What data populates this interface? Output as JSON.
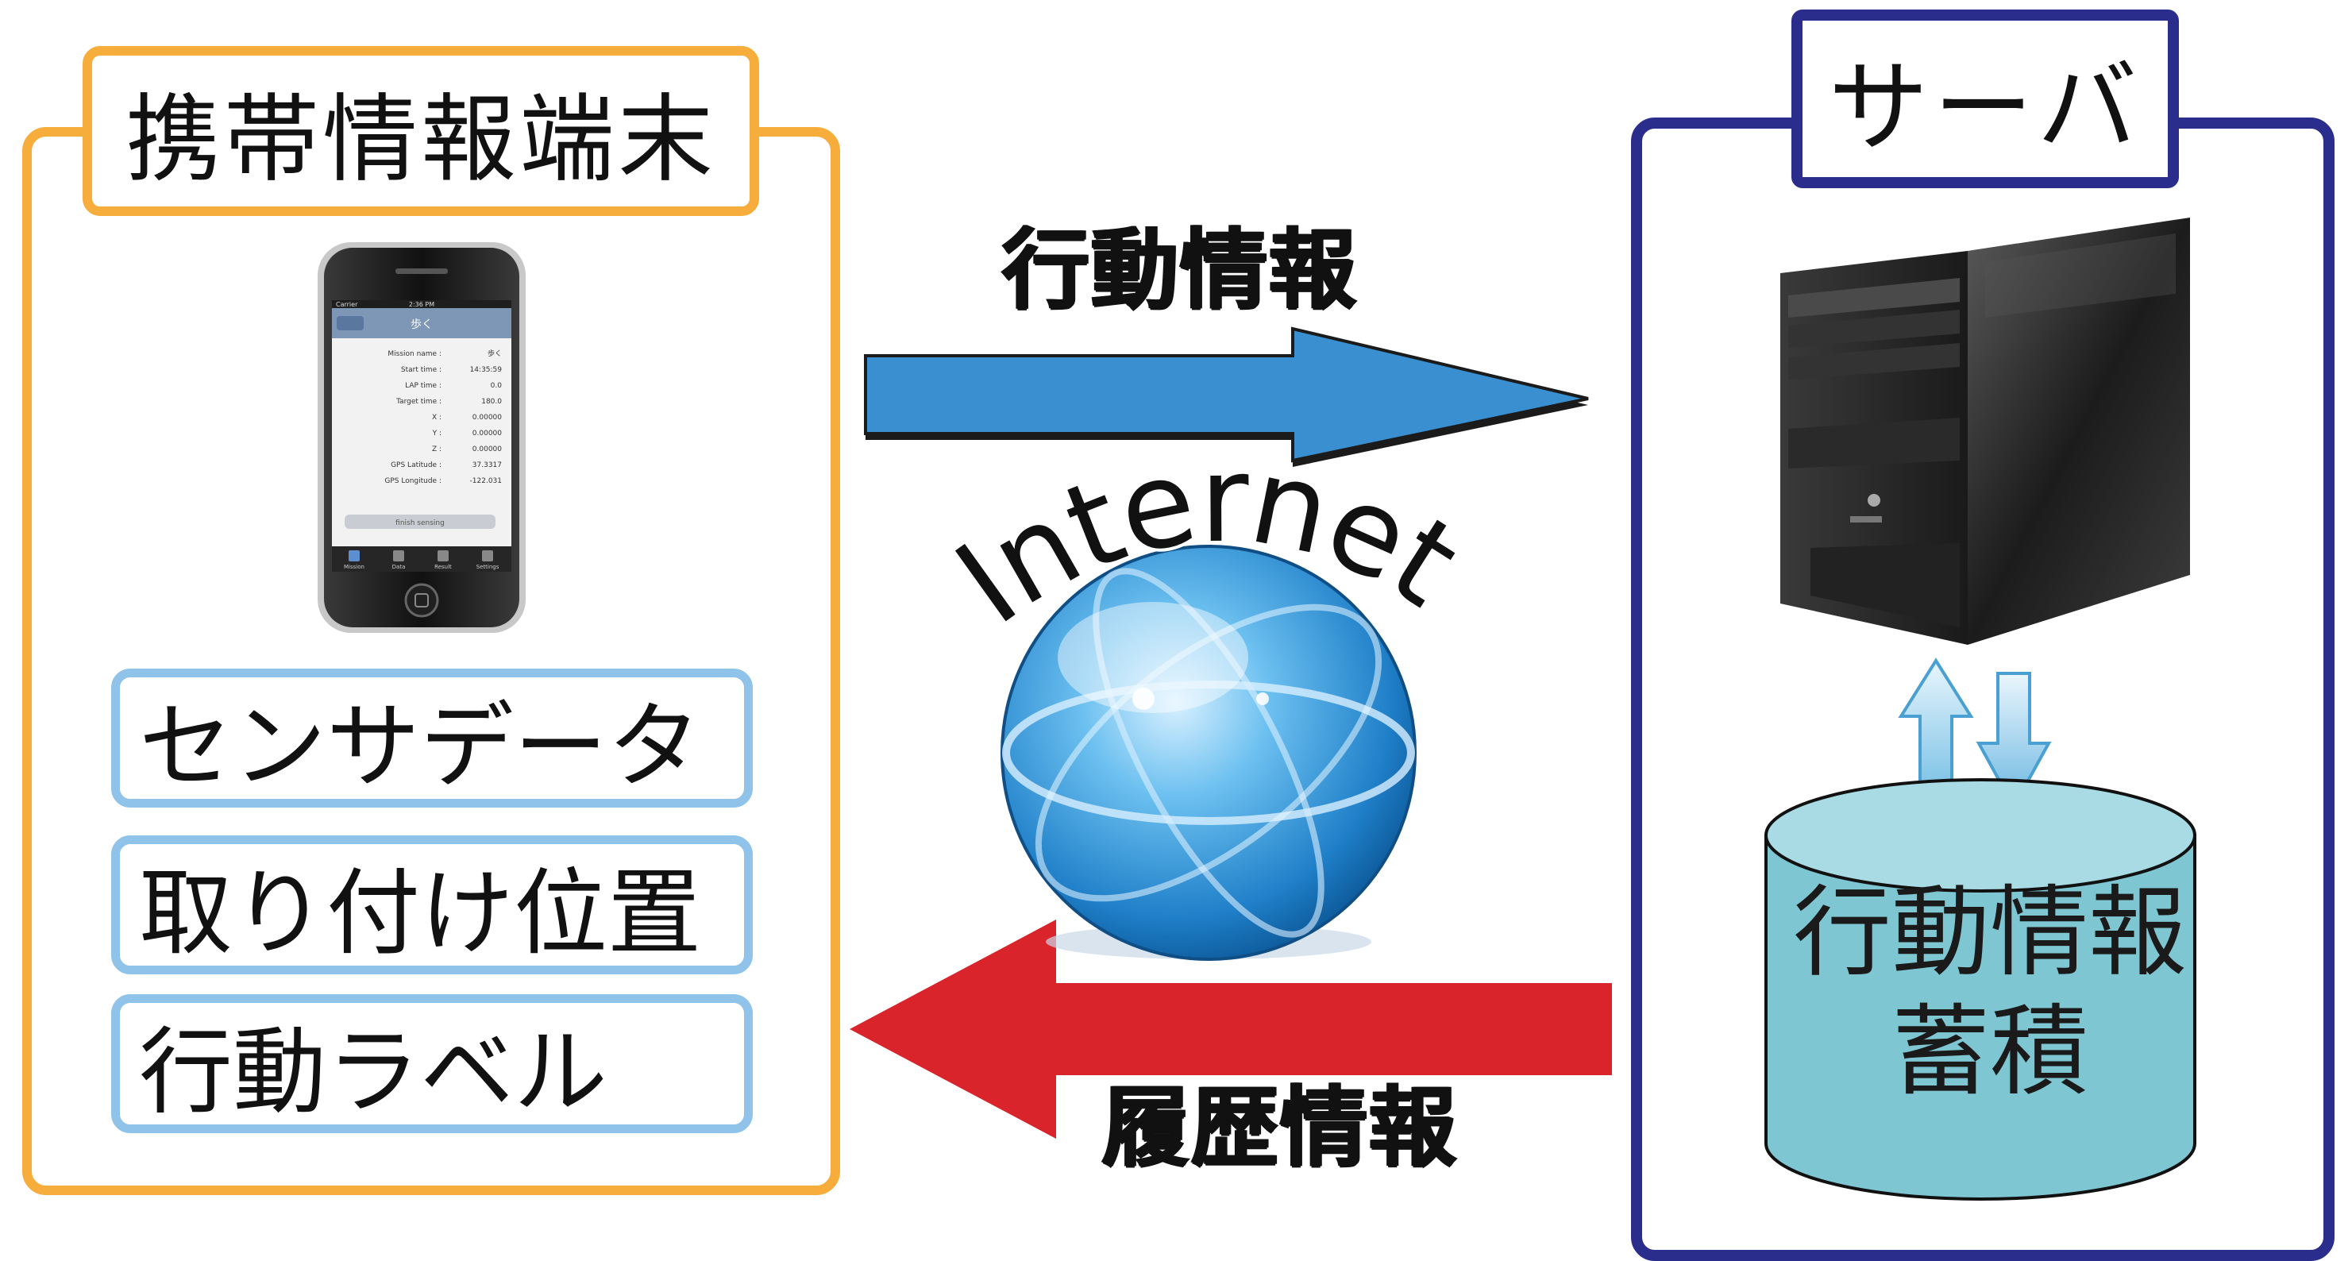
{
  "mobile_panel": {
    "title": "携帯情報端末",
    "features": [
      "センサデータ",
      "取り付け位置",
      "行動ラベル"
    ],
    "phone_screen": {
      "status_carrier": "Carrier",
      "status_time": "2:36 PM",
      "nav_title": "歩く",
      "rows": [
        {
          "label": "Mission name :",
          "value": "歩く"
        },
        {
          "label": "Start time :",
          "value": "14:35:59"
        },
        {
          "label": "LAP time :",
          "value": "0.0"
        },
        {
          "label": "Target time :",
          "value": "180.0"
        },
        {
          "label": "X :",
          "value": "0.00000"
        },
        {
          "label": "Y :",
          "value": "0.00000"
        },
        {
          "label": "Z :",
          "value": "0.00000"
        },
        {
          "label": "GPS Latitude :",
          "value": "37.3317"
        },
        {
          "label": "GPS Longitude :",
          "value": "-122.031"
        }
      ],
      "button_label": "finish sensing",
      "tabs": [
        "Mission",
        "Data",
        "Result",
        "Settings"
      ]
    }
  },
  "server_panel": {
    "title": "サーバ",
    "storage_lines": [
      "行動情報",
      "蓄積"
    ]
  },
  "center": {
    "upload_label": "行動情報",
    "download_label": "履歴情報",
    "network_label": "Internet"
  },
  "colors": {
    "mobile_border": "#f7ad3b",
    "feature_border": "#8fc3ea",
    "server_border": "#2b2d8c",
    "upload_arrow": "#3a8fd0",
    "download_arrow": "#d9242b",
    "database_fill": "#7ec6d2",
    "globe": "#2f8fd6"
  },
  "icons": [
    "smartphone-icon",
    "server-tower-icon",
    "globe-icon",
    "database-cylinder-icon",
    "up-arrow-icon",
    "down-arrow-icon"
  ]
}
